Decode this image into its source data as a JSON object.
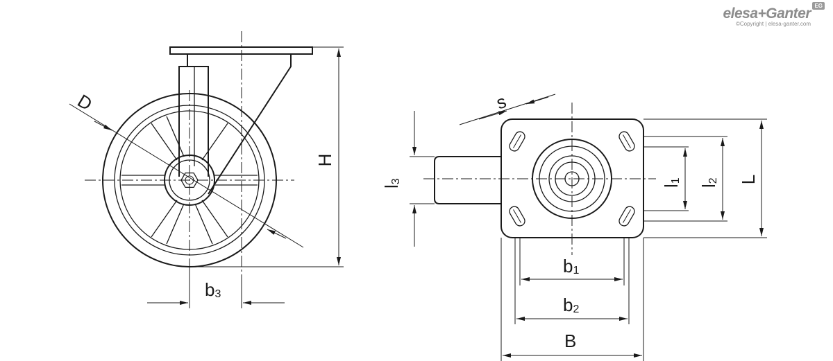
{
  "brand": {
    "logo_text": "elesa+Ganter",
    "copyright": "©Copyright | elesa-ganter.com",
    "badge": "EG"
  },
  "labels": {
    "D": "D",
    "H": "H",
    "b3_main": "b",
    "b3_sub": "3",
    "s": "s",
    "l3_main": "l",
    "l3_sub": "3",
    "l1_main": "l",
    "l1_sub": "1",
    "l2_main": "l",
    "l2_sub": "2",
    "L": "L",
    "b1_main": "b",
    "b1_sub": "1",
    "b2_main": "b",
    "b2_sub": "2",
    "B": "B"
  }
}
